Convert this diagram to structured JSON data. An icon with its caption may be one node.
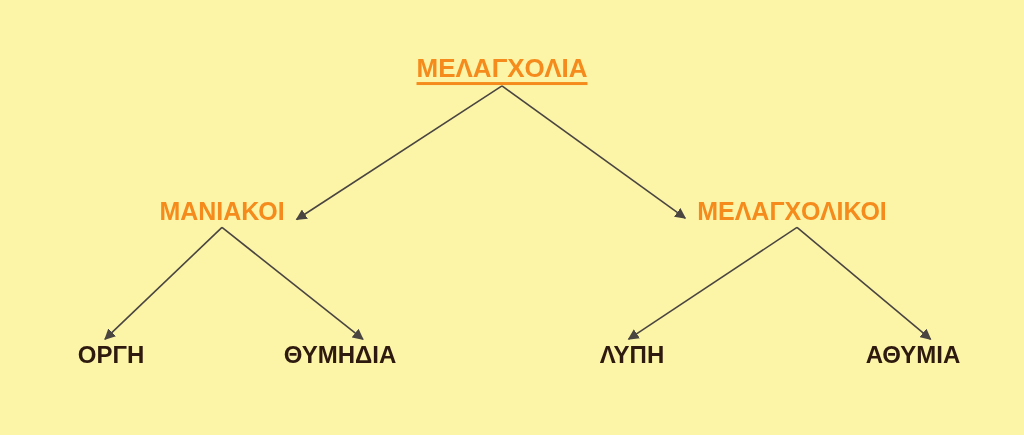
{
  "diagram": {
    "nodes": [
      {
        "text": [
          "ΜΕΛΑΓΧΟΛΙΑ"
        ]
      },
      {
        "text": [
          "ΜΑΝΙΑΚΟΙ"
        ]
      },
      {
        "text": [
          "ΜΕΛΑΓΧΟΛΙΚΟΙ"
        ]
      },
      {
        "text": [
          "ΟΡΓΗ"
        ]
      },
      {
        "text": [
          "ΘΥΜΗΔΙΑ"
        ]
      },
      {
        "text": [
          "ΛΥΠΗ"
        ]
      },
      {
        "text": [
          "ΑΘΥΜΙΑ"
        ]
      }
    ],
    "edges": [
      {
        "from": 0,
        "to": 1,
        "arrow": "to"
      },
      {
        "from": 0,
        "to": 2,
        "arrow": "to"
      },
      {
        "from": 1,
        "to": 3,
        "arrow": "to"
      },
      {
        "from": 1,
        "to": 4,
        "arrow": "to"
      },
      {
        "from": 2,
        "to": 5,
        "arrow": "to"
      },
      {
        "from": 2,
        "to": 6,
        "arrow": "to"
      }
    ]
  }
}
